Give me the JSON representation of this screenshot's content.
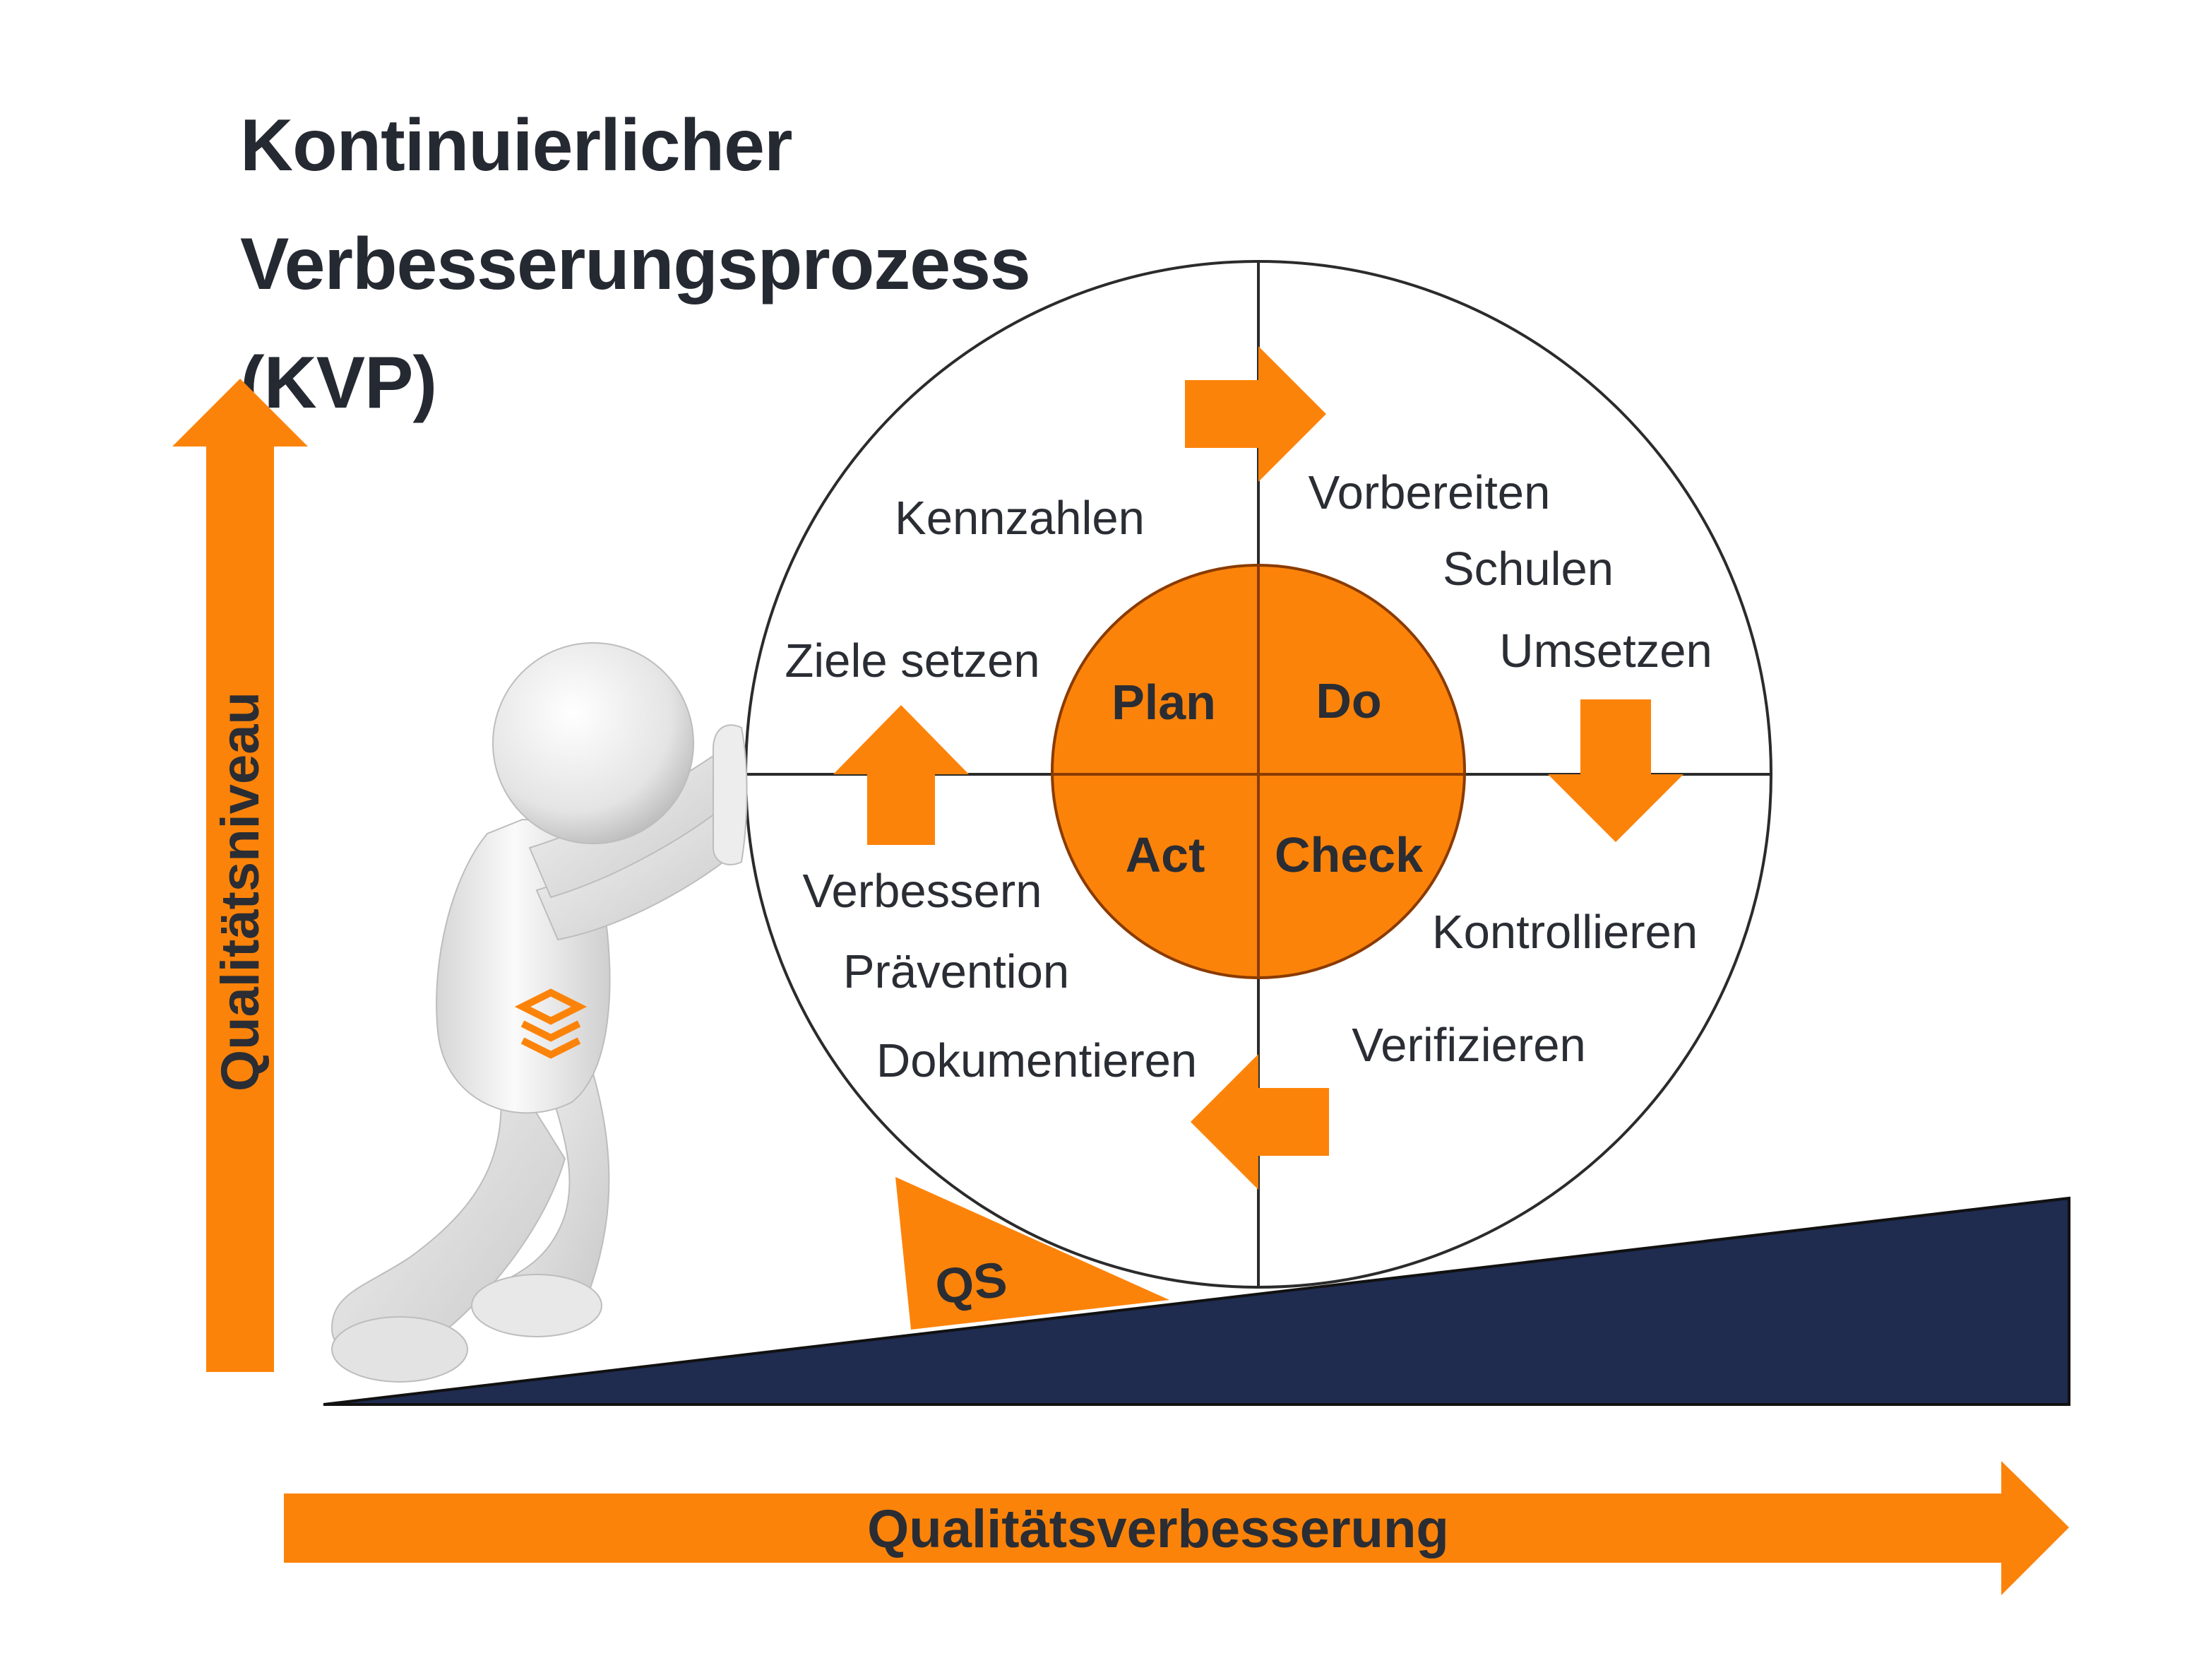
{
  "title": {
    "line1": "Kontinuierlicher",
    "line2": "Verbesserungsprozess",
    "line3": "(KVP)"
  },
  "axes": {
    "y_label": "Qualitätsniveau",
    "x_label": "Qualitätsverbesserung"
  },
  "pdca": {
    "plan": "Plan",
    "do": "Do",
    "check": "Check",
    "act": "Act"
  },
  "quadrants": {
    "plan": [
      "Kennzahlen",
      "Ziele setzen"
    ],
    "do": [
      "Vorbereiten",
      "Schulen",
      "Umsetzen"
    ],
    "check": [
      "Kontrollieren",
      "Verifizieren"
    ],
    "act": [
      "Verbessern",
      "Prävention",
      "Dokumentieren"
    ]
  },
  "wedge_label": "QS",
  "colors": {
    "accent": "#fc830a",
    "ramp": "#1f2b4f",
    "text": "#2a2d33",
    "circle_stroke": "#2b2b2b",
    "center_stroke": "#8a3b00"
  },
  "icons": {
    "figure": "3d-person-pushing-icon",
    "logo": "stacked-layers-logo-icon"
  }
}
